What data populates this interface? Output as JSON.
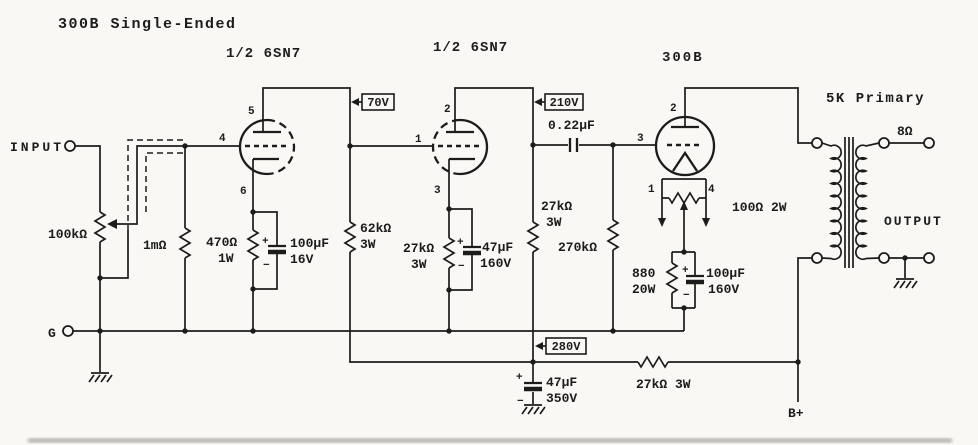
{
  "colors": {
    "ink": "#1c1c1c",
    "paper": "#f9f8f4"
  },
  "title": "300B Single-Ended",
  "tubes": {
    "t1_label": "1/2 6SN7",
    "t2_label": "1/2 6SN7",
    "t3_label": "300B"
  },
  "pins": {
    "t1_grid": "4",
    "t1_plate": "5",
    "t1_cathode": "6",
    "t2_grid": "1",
    "t2_plate": "2",
    "t2_cathode": "3",
    "t3_plate": "2",
    "t3_grid": "3",
    "t3_fil_left": "1",
    "t3_fil_right": "4"
  },
  "io": {
    "input": "INPUT",
    "ground": "G",
    "b_plus": "B+",
    "output": "OUTPUT",
    "secondary_impedance": "8Ω",
    "primary": "5K Primary"
  },
  "voltages": {
    "t1_plate": "70V",
    "t2_plate": "210V",
    "supply": "280V"
  },
  "values": {
    "volume_pot": "100kΩ",
    "grid_leak": "1mΩ",
    "t1_cath_r": "470Ω",
    "t1_cath_r_w": "1W",
    "t1_cath_c": "100μF",
    "t1_cath_c_v": "16V",
    "t1_plate_r": "62kΩ",
    "t1_plate_r_w": "3W",
    "t2_cath_r": "27kΩ",
    "t2_cath_r_w": "3W",
    "t2_cath_c": "47μF",
    "t2_cath_c_v": "160V",
    "t2_plate_r": "27kΩ",
    "t2_plate_r_w": "3W",
    "coupling_c": "0.22μF",
    "t3_grid_r": "270kΩ",
    "hum_pot": "100Ω 2W",
    "t3_cath_r": "880",
    "t3_cath_r_w": "20W",
    "t3_cath_c": "100μF",
    "t3_cath_c_v": "160V",
    "psu_c": "47μF",
    "psu_c_v": "350V",
    "dropper_r": "27kΩ 3W"
  },
  "polarity": {
    "plus": "+",
    "minus": "−"
  }
}
